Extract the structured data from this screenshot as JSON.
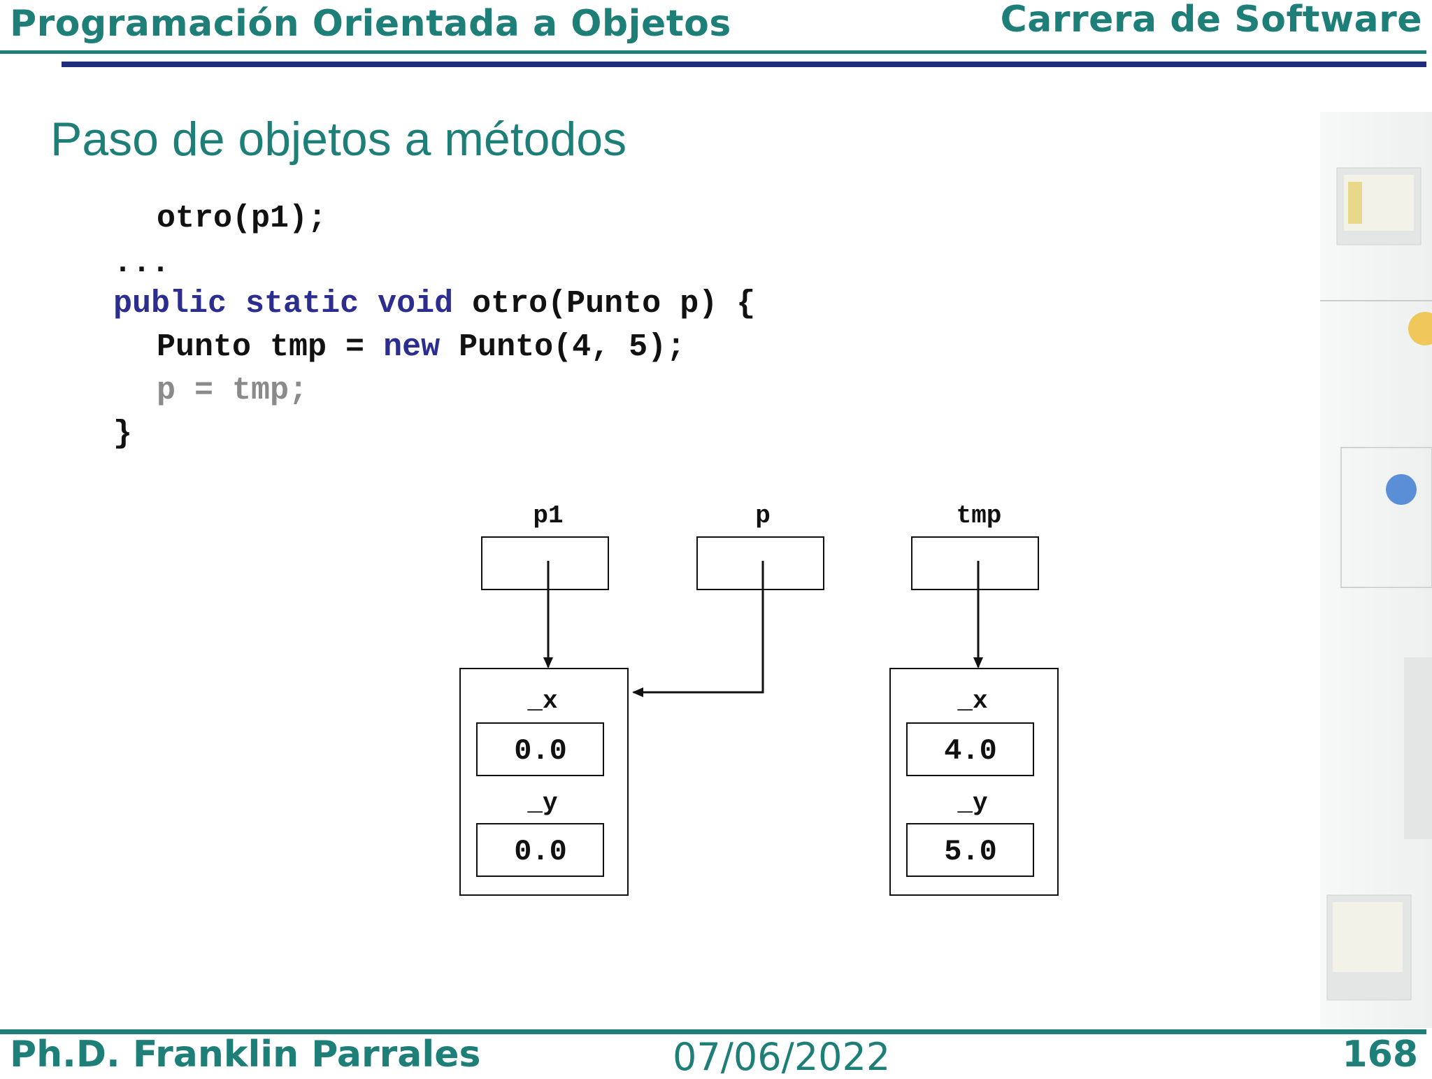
{
  "header": {
    "course": "Programación Orientada a Objetos",
    "program": "Carrera de Software"
  },
  "slide": {
    "title": "Paso de objetos a métodos"
  },
  "code": {
    "line1": "otro(p1);",
    "line2": "...",
    "line3_kw1": "public",
    "line3_kw2": "static",
    "line3_kw3": "void",
    "line3_rest": "otro(Punto p) {",
    "line4_a": "Punto tmp = ",
    "line4_kw": "new",
    "line4_b": " Punto(4, 5);",
    "line5": "p = tmp;",
    "line6": "}"
  },
  "diagram": {
    "vars": [
      {
        "label": "p1"
      },
      {
        "label": "p"
      },
      {
        "label": "tmp"
      }
    ],
    "objects": [
      {
        "field_x": "_x",
        "value_x": "0.0",
        "field_y": "_y",
        "value_y": "0.0"
      },
      {
        "field_x": "_x",
        "value_x": "4.0",
        "field_y": "_y",
        "value_y": "5.0"
      }
    ]
  },
  "footer": {
    "author": "Ph.D. Franklin Parrales",
    "date": "07/06/2022",
    "page": "168"
  },
  "colors": {
    "teal": "#1e7f78",
    "navy": "#1f2d7a",
    "keyword": "#2b2e8f"
  }
}
